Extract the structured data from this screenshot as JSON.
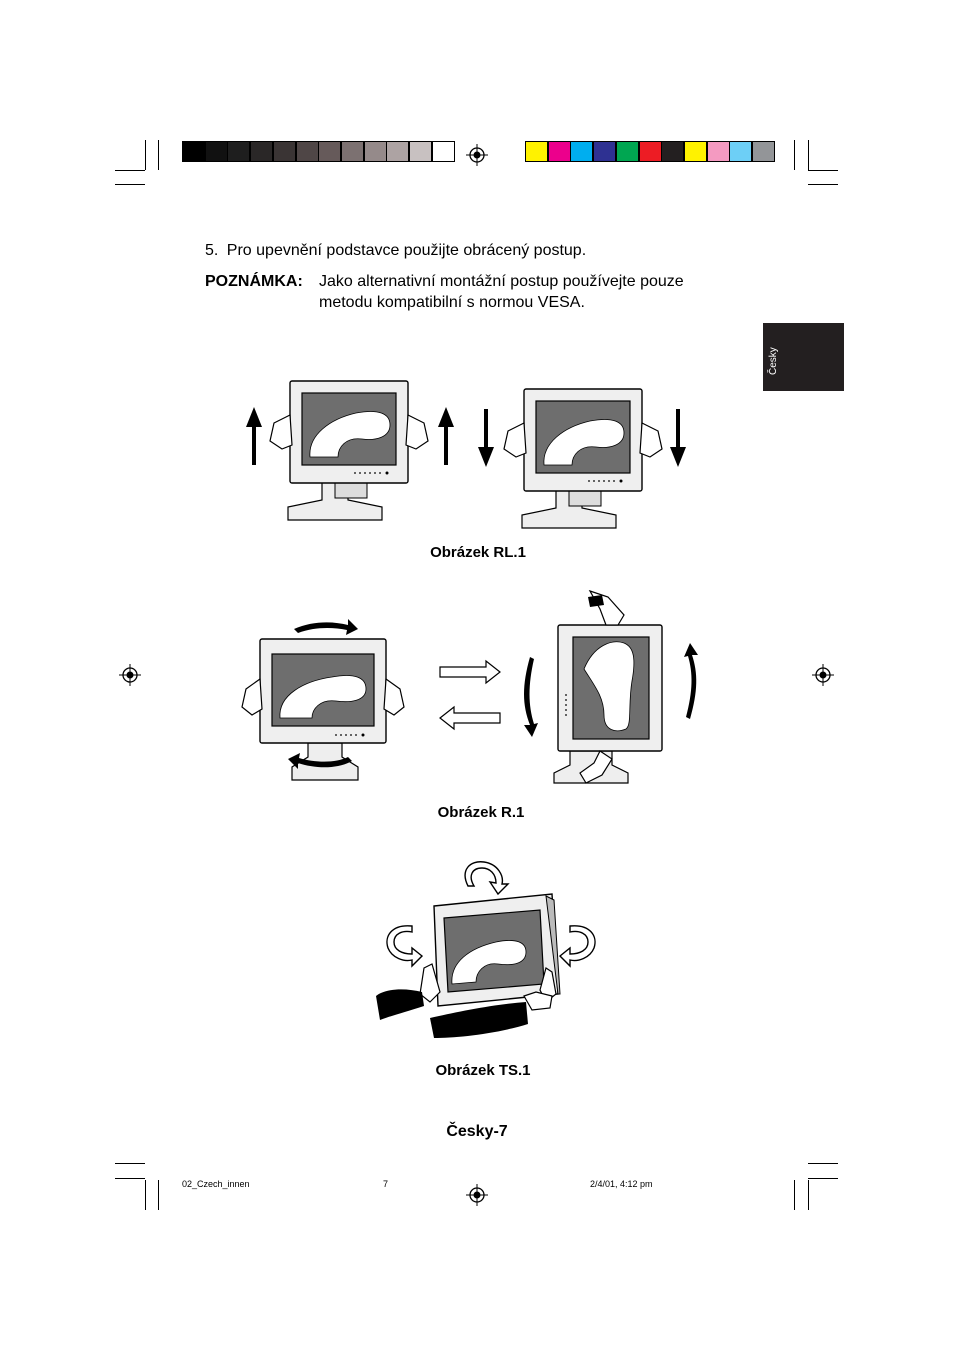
{
  "print_marks": {
    "gray_bar": [
      "#000000",
      "#111111",
      "#1e1e1e",
      "#2a2727",
      "#3a3434",
      "#4f4646",
      "#665a5a",
      "#7c7171",
      "#958a8a",
      "#ada3a3",
      "#c8c1c1",
      "#ffffff"
    ],
    "color_bar": [
      "#fff200",
      "#ec008c",
      "#00aeef",
      "#2e3192",
      "#00a651",
      "#ed1c24",
      "#231f20",
      "#fff200",
      "#f49ac1",
      "#6dcff6",
      "#939598"
    ]
  },
  "side_tab": {
    "label": "Česky",
    "bg": "#231f20"
  },
  "content": {
    "step5": {
      "number": "5.",
      "text": "Pro upevnění podstavce použijte obrácený postup."
    },
    "note": {
      "label": "POZNÁMKA:",
      "line1": "Jako alternativní montážní postup používejte pouze",
      "line2": "metodu kompatibilní s normou VESA."
    }
  },
  "figures": [
    {
      "id": "rl1",
      "caption": "Obrázek RL.1"
    },
    {
      "id": "r1",
      "caption": "Obrázek R.1"
    },
    {
      "id": "ts1",
      "caption": "Obrázek TS.1"
    }
  ],
  "page_label": "Česky-7",
  "footer": {
    "file": "02_Czech_innen",
    "page": "7",
    "date": "2/4/01, 4:12 pm"
  },
  "colors": {
    "screen": "#6e6e6e",
    "bezel": "#efefef",
    "ink": "#000000"
  }
}
